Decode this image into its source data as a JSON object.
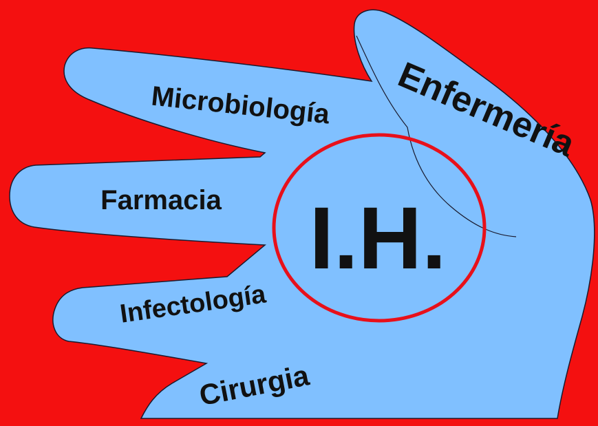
{
  "colors": {
    "background": "#f41010",
    "hand_fill": "#80c0ff",
    "hand_outline": "#1a1a2e",
    "circle_stroke": "#e8101a",
    "text": "#111111"
  },
  "center": {
    "label": "I.H."
  },
  "fingers": {
    "thumb": "Enfermería",
    "index": "Microbiología",
    "middle": "Farmacia",
    "ring": "Infectología",
    "little": "Cirurgia"
  }
}
